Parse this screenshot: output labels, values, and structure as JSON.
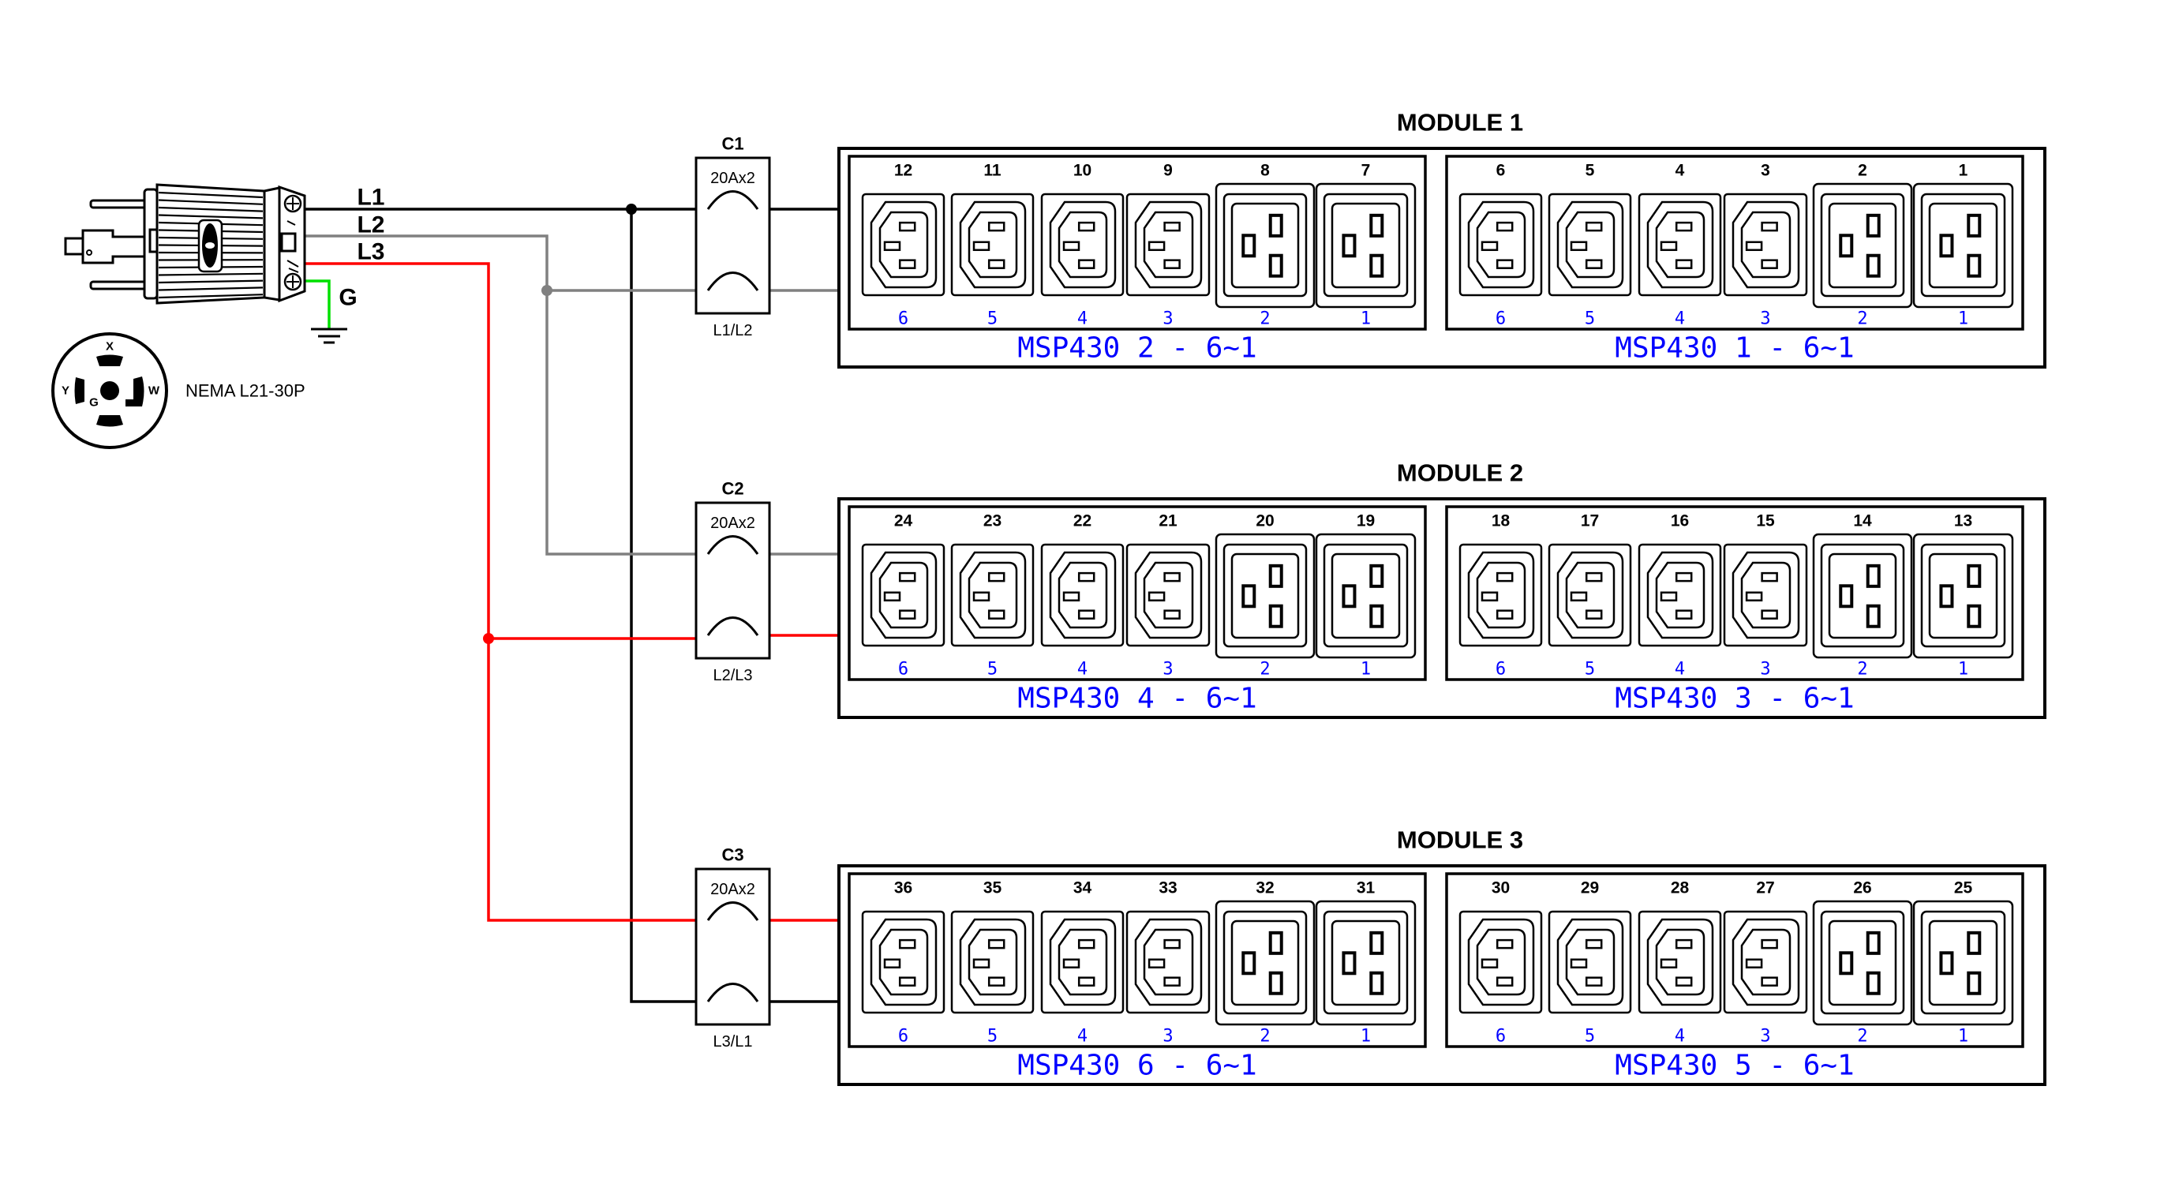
{
  "colors": {
    "line_l1": "#000000",
    "line_l2": "#808080",
    "line_l3": "#ff0000",
    "line_ground": "#00e000",
    "label_blue": "#0000ff",
    "outline": "#000000"
  },
  "plug": {
    "wire_labels": [
      "L1",
      "L2",
      "L3"
    ],
    "ground_label": "G",
    "nema_label": "NEMA L21-30P",
    "face_pin_labels": {
      "top": "X",
      "left": "Y",
      "right": "W",
      "center": "G"
    }
  },
  "breakers": [
    {
      "id": "C1",
      "rating": "20Ax2",
      "phases": "L1/L2"
    },
    {
      "id": "C2",
      "rating": "20Ax2",
      "phases": "L2/L3"
    },
    {
      "id": "C3",
      "rating": "20Ax2",
      "phases": "L3/L1"
    }
  ],
  "modules": [
    {
      "title": "MODULE 1",
      "units": [
        {
          "label": "MSP430 2 - 6~1",
          "outlets": [
            {
              "number": "12",
              "port": "6",
              "type": "C13"
            },
            {
              "number": "11",
              "port": "5",
              "type": "C13"
            },
            {
              "number": "10",
              "port": "4",
              "type": "C13"
            },
            {
              "number": "9",
              "port": "3",
              "type": "C13"
            },
            {
              "number": "8",
              "port": "2",
              "type": "C19"
            },
            {
              "number": "7",
              "port": "1",
              "type": "C19"
            }
          ]
        },
        {
          "label": "MSP430 1 - 6~1",
          "outlets": [
            {
              "number": "6",
              "port": "6",
              "type": "C13"
            },
            {
              "number": "5",
              "port": "5",
              "type": "C13"
            },
            {
              "number": "4",
              "port": "4",
              "type": "C13"
            },
            {
              "number": "3",
              "port": "3",
              "type": "C13"
            },
            {
              "number": "2",
              "port": "2",
              "type": "C19"
            },
            {
              "number": "1",
              "port": "1",
              "type": "C19"
            }
          ]
        }
      ]
    },
    {
      "title": "MODULE 2",
      "units": [
        {
          "label": "MSP430 4 - 6~1",
          "outlets": [
            {
              "number": "24",
              "port": "6",
              "type": "C13"
            },
            {
              "number": "23",
              "port": "5",
              "type": "C13"
            },
            {
              "number": "22",
              "port": "4",
              "type": "C13"
            },
            {
              "number": "21",
              "port": "3",
              "type": "C13"
            },
            {
              "number": "20",
              "port": "2",
              "type": "C19"
            },
            {
              "number": "19",
              "port": "1",
              "type": "C19"
            }
          ]
        },
        {
          "label": "MSP430 3 - 6~1",
          "outlets": [
            {
              "number": "18",
              "port": "6",
              "type": "C13"
            },
            {
              "number": "17",
              "port": "5",
              "type": "C13"
            },
            {
              "number": "16",
              "port": "4",
              "type": "C13"
            },
            {
              "number": "15",
              "port": "3",
              "type": "C13"
            },
            {
              "number": "14",
              "port": "2",
              "type": "C19"
            },
            {
              "number": "13",
              "port": "1",
              "type": "C19"
            }
          ]
        }
      ]
    },
    {
      "title": "MODULE 3",
      "units": [
        {
          "label": "MSP430 6 - 6~1",
          "outlets": [
            {
              "number": "36",
              "port": "6",
              "type": "C13"
            },
            {
              "number": "35",
              "port": "5",
              "type": "C13"
            },
            {
              "number": "34",
              "port": "4",
              "type": "C13"
            },
            {
              "number": "33",
              "port": "3",
              "type": "C13"
            },
            {
              "number": "32",
              "port": "2",
              "type": "C19"
            },
            {
              "number": "31",
              "port": "1",
              "type": "C19"
            }
          ]
        },
        {
          "label": "MSP430 5 - 6~1",
          "outlets": [
            {
              "number": "30",
              "port": "6",
              "type": "C13"
            },
            {
              "number": "29",
              "port": "5",
              "type": "C13"
            },
            {
              "number": "28",
              "port": "4",
              "type": "C13"
            },
            {
              "number": "27",
              "port": "3",
              "type": "C13"
            },
            {
              "number": "26",
              "port": "2",
              "type": "C19"
            },
            {
              "number": "25",
              "port": "1",
              "type": "C19"
            }
          ]
        }
      ]
    }
  ]
}
